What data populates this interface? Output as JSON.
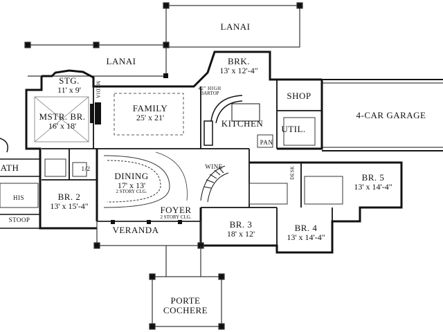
{
  "rooms": {
    "lanai_top": {
      "name": "LANAI"
    },
    "lanai_left": {
      "name": "LANAI"
    },
    "brk": {
      "name": "BRK.",
      "dims": "13' x 12'-4\""
    },
    "stg": {
      "name": "STG.",
      "dims": "11' x 9'"
    },
    "family": {
      "name": "FAMILY",
      "dims": "25' x 21'"
    },
    "bartop": {
      "name": "42\" HIGH",
      "dims": "BARTOP"
    },
    "kitchen": {
      "name": "KITCHEN"
    },
    "shop": {
      "name": "SHOP"
    },
    "garage": {
      "name": "4-CAR GARAGE"
    },
    "util": {
      "name": "UTIL."
    },
    "pan": {
      "name": "PAN"
    },
    "mstr": {
      "name": "MSTR. BR.",
      "dims": "16' x 18'"
    },
    "bath": {
      "name": "ATH"
    },
    "his": {
      "name": "HIS"
    },
    "stoop": {
      "name": "STOOP"
    },
    "br2": {
      "name": "BR. 2",
      "dims": "13' x 15'-4\""
    },
    "half": {
      "name": "1/2"
    },
    "dining": {
      "name": "DINING",
      "dims": "17' x 13'",
      "note": "2 STORY CLG."
    },
    "wine": {
      "name": "WINE"
    },
    "desk": {
      "name": "DESK"
    },
    "media": {
      "name": "MEDIA"
    },
    "br5": {
      "name": "BR. 5",
      "dims": "13' x 14'-4\""
    },
    "foyer": {
      "name": "FOYER",
      "dims": "2 STORY CLG."
    },
    "br3": {
      "name": "BR. 3",
      "dims": "18' x 12'"
    },
    "br4": {
      "name": "BR. 4",
      "dims": "13' x 14'-4\""
    },
    "veranda": {
      "name": "VERANDA"
    },
    "porte": {
      "name": "PORTE",
      "dims": "COCHERE"
    }
  }
}
